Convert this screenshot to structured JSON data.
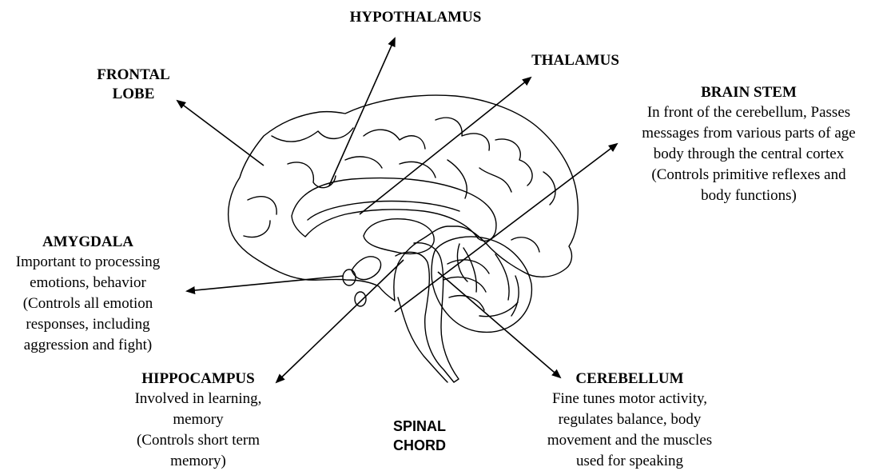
{
  "labels": {
    "hypothalamus": {
      "title": "HYPOTHALAMUS"
    },
    "thalamus": {
      "title": "THALAMUS"
    },
    "frontal_lobe": {
      "title_1": "FRONTAL",
      "title_2": "LOBE"
    },
    "brain_stem": {
      "title": "BRAIN STEM",
      "lines": [
        "In front of the cerebellum, Passes",
        "messages from various parts of age",
        "body through the central cortex",
        "(Controls primitive reflexes and",
        "body functions)"
      ]
    },
    "amygdala": {
      "title": "AMYGDALA",
      "lines": [
        "Important to processing",
        "emotions, behavior",
        "(Controls all emotion",
        "responses, including",
        "aggression and fight)"
      ]
    },
    "hippocampus": {
      "title": "HIPPOCAMPUS",
      "lines": [
        "Involved in learning,",
        "memory",
        "(Controls short term",
        "memory)"
      ]
    },
    "spinal_chord": {
      "title_1": "SPINAL",
      "title_2": "CHORD"
    },
    "cerebellum": {
      "title": "CEREBELLUM",
      "lines": [
        "Fine tunes motor activity,",
        "regulates balance, body",
        "movement and the muscles",
        "used for speaking"
      ]
    }
  }
}
